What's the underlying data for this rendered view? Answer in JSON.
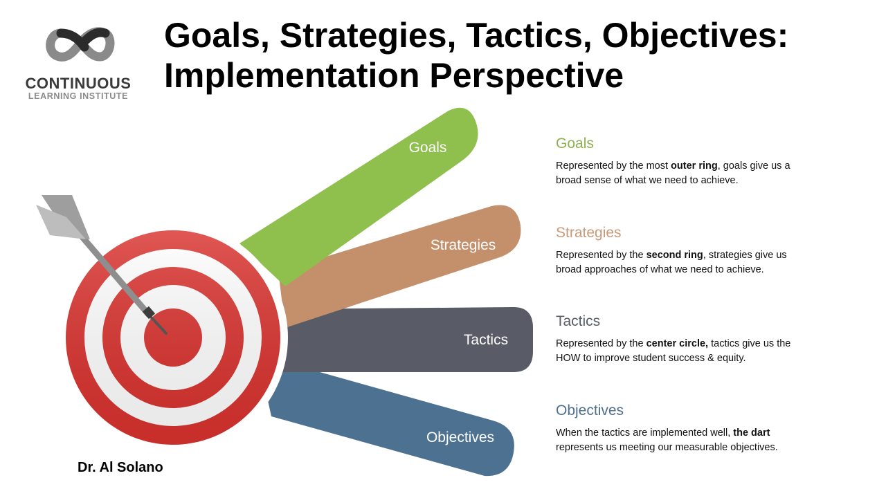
{
  "logo": {
    "name": "CONTINUOUS",
    "subtitle": "LEARNING INSTITUTE"
  },
  "title": {
    "line1": "Goals, Strategies, Tactics, Objectives:",
    "line2": "Implementation Perspective"
  },
  "bands": [
    {
      "label": "Goals",
      "color": "#8fbf4d"
    },
    {
      "label": "Strategies",
      "color": "#c4906c"
    },
    {
      "label": "Tactics",
      "color": "#595c66"
    },
    {
      "label": "Objectives",
      "color": "#4d7291"
    }
  ],
  "target": {
    "ring_color": "#d9322e",
    "icon": "dart-in-bullseye-icon"
  },
  "author": "Dr. Al Solano",
  "descriptions": [
    {
      "heading": "Goals",
      "pre": "Represented by the most ",
      "bold": "outer ring",
      "post": ", goals give us a broad sense of what we need to achieve."
    },
    {
      "heading": "Strategies",
      "pre": "Represented by the ",
      "bold": "second ring",
      "post": ", strategies give us broad approaches of what we need to achieve."
    },
    {
      "heading": "Tactics",
      "pre": "Represented by the ",
      "bold": "center circle,",
      "post": " tactics give us the HOW to improve student success & equity."
    },
    {
      "heading": "Objectives",
      "pre": "When the tactics are implemented well, ",
      "bold": "the dart",
      "post": " represents us meeting our measurable objectives."
    }
  ]
}
